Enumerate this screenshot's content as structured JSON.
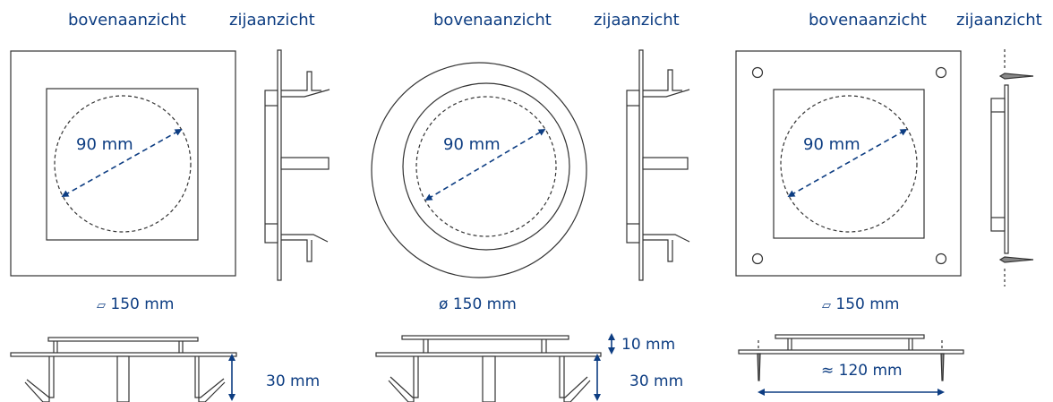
{
  "labels": {
    "top_view": "bovenaanzicht",
    "side_view": "zijaanzicht",
    "inner_diameter": "90 mm",
    "size_150": "150 mm",
    "height_30": "30 mm",
    "height_10": "10 mm",
    "span_120": "≈ 120 mm",
    "square_symbol": "⏥",
    "diameter_symbol": "ø"
  },
  "colors": {
    "accent": "#0d3d82",
    "line": "#333333"
  }
}
